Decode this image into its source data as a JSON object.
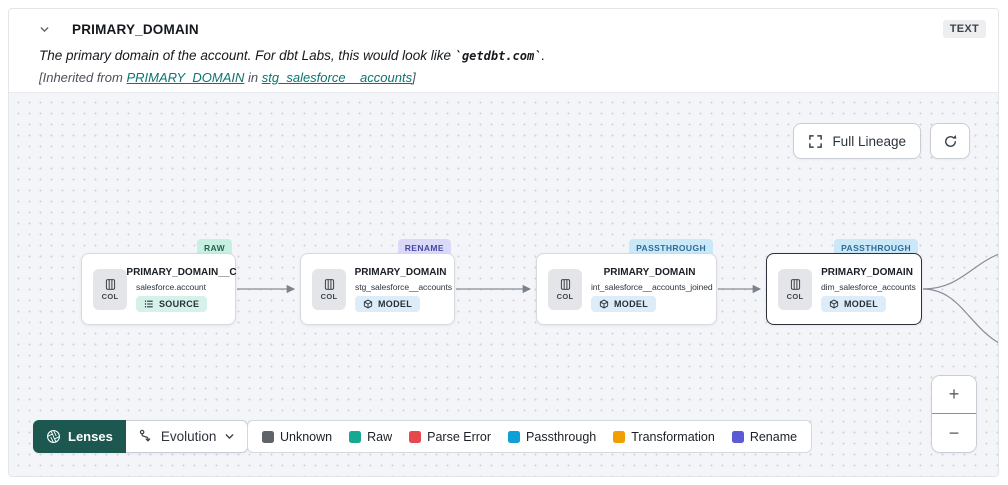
{
  "header": {
    "title": "PRIMARY_DOMAIN",
    "type_badge": "TEXT",
    "description": {
      "prefix": "The primary domain of the account. For dbt Labs, this would look like ",
      "code": "`getdbt.com`",
      "suffix": "."
    },
    "inherited": {
      "prefix": "[Inherited from ",
      "column_link": "PRIMARY_DOMAIN",
      "middle": " in ",
      "model_link": "stg_salesforce__accounts",
      "suffix": "]"
    }
  },
  "toolbar": {
    "full_lineage": "Full Lineage"
  },
  "nodes": [
    {
      "badge": "RAW",
      "badge_bg": "#c6f1e2",
      "badge_fg": "#2c5f51",
      "title": "PRIMARY_DOMAIN__C",
      "subtitle": "salesforce.account",
      "col_label": "COL",
      "type": "SOURCE",
      "type_bg": "#d6f1e9",
      "selected": false
    },
    {
      "badge": "RENAME",
      "badge_bg": "#dadaf8",
      "badge_fg": "#4747a0",
      "title": "PRIMARY_DOMAIN",
      "subtitle": "stg_salesforce__accounts",
      "col_label": "COL",
      "type": "MODEL",
      "type_bg": "#dcedf9",
      "selected": false
    },
    {
      "badge": "PASSTHROUGH",
      "badge_bg": "#cbe8f9",
      "badge_fg": "#2e6b95",
      "title": "PRIMARY_DOMAIN",
      "subtitle": "int_salesforce__accounts_joined",
      "col_label": "COL",
      "type": "MODEL",
      "type_bg": "#dcedf9",
      "selected": false
    },
    {
      "badge": "PASSTHROUGH",
      "badge_bg": "#cbe8f9",
      "badge_fg": "#2e6b95",
      "title": "PRIMARY_DOMAIN",
      "subtitle": "dim_salesforce_accounts",
      "col_label": "COL",
      "type": "MODEL",
      "type_bg": "#dcedf9",
      "selected": true
    }
  ],
  "lenses": {
    "button": "Lenses",
    "selected_lens": "Evolution"
  },
  "legend": {
    "items": [
      {
        "label": "Unknown",
        "color": "#5f646b"
      },
      {
        "label": "Raw",
        "color": "#17a894"
      },
      {
        "label": "Parse Error",
        "color": "#e5484d"
      },
      {
        "label": "Passthrough",
        "color": "#0d9fd6"
      },
      {
        "label": "Transformation",
        "color": "#efa000"
      },
      {
        "label": "Rename",
        "color": "#5b5bd6"
      }
    ]
  },
  "zoom_controls": {
    "zoom_in": "+",
    "zoom_out": "−"
  }
}
